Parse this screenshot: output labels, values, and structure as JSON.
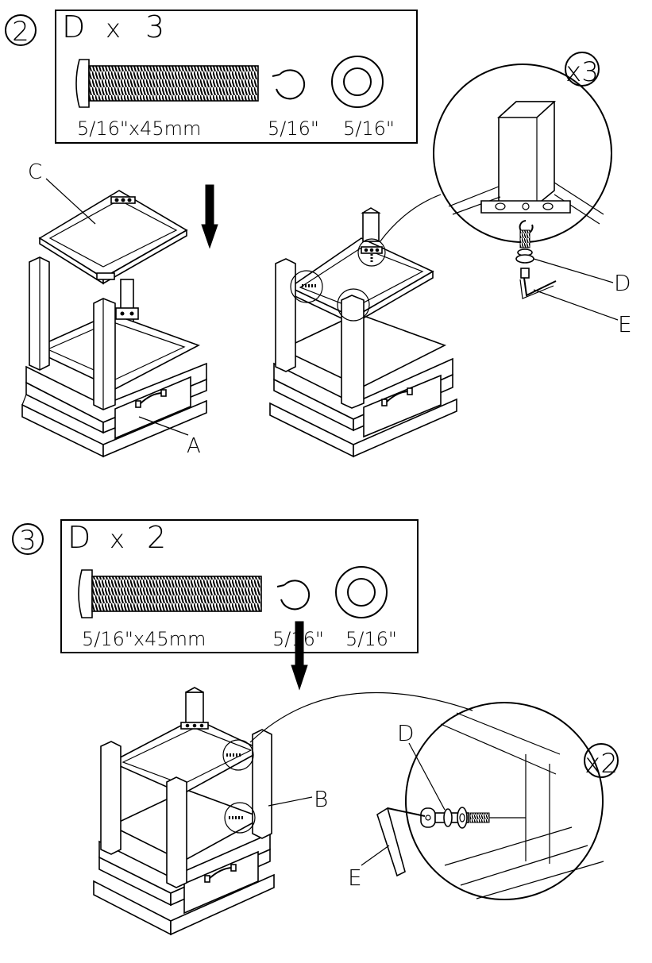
{
  "step2": {
    "number": "2",
    "hardware": {
      "letter": "D",
      "times": "x",
      "qty": "3"
    },
    "labels": {
      "bolt": "5/16\"x45mm",
      "lock_washer": "5/16\"",
      "flat_washer": "5/16\""
    },
    "callouts": {
      "c": "C",
      "a": "A",
      "d": "D",
      "e": "E"
    },
    "zoom_multiplier": "x3"
  },
  "step3": {
    "number": "3",
    "hardware": {
      "letter": "D",
      "times": "x",
      "qty": "2"
    },
    "labels": {
      "bolt": "5/16\"x45mm",
      "lock_washer": "5/16\"",
      "flat_washer": "5/16\""
    },
    "callouts": {
      "b": "B",
      "d": "D",
      "e": "E"
    },
    "zoom_multiplier": "x2"
  }
}
